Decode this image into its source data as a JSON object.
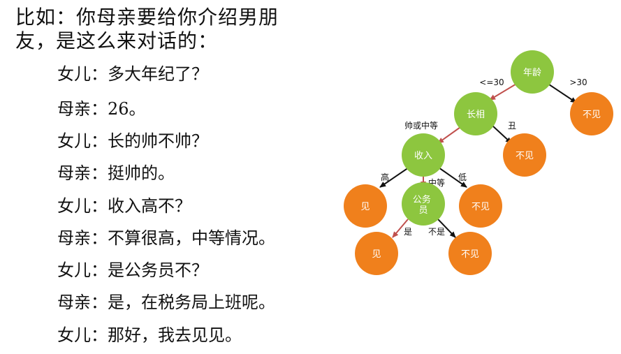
{
  "intro": {
    "line1": "比如：你母亲要给你介绍男朋",
    "line2": "友，是这么来对话的："
  },
  "dialogue": [
    {
      "speaker": "女儿：",
      "text": "多大年纪了？"
    },
    {
      "speaker": "母亲：",
      "text": "26。"
    },
    {
      "speaker": "女儿：",
      "text": "长的帅不帅？"
    },
    {
      "speaker": "母亲：",
      "text": "挺帅的。"
    },
    {
      "speaker": "女儿：",
      "text": "收入高不？"
    },
    {
      "speaker": "母亲：",
      "text": "不算很高，中等情况。"
    },
    {
      "speaker": "女儿：",
      "text": "是公务员不？"
    },
    {
      "speaker": "母亲：",
      "text": "是，在税务局上班呢。"
    },
    {
      "speaker": "女儿：",
      "text": "那好，我去见见。"
    }
  ],
  "tree": {
    "colors": {
      "decision": "#8dc63f",
      "leaf": "#f0801c",
      "edge": "#111111",
      "path": "#c0504d"
    },
    "nodes": {
      "age": "年龄",
      "looks": "长相",
      "income": "收入",
      "civil": "公务\n员",
      "no_meet_age": "不见",
      "no_meet_looks": "不见",
      "meet_high": "见",
      "no_meet_low": "不见",
      "meet_civil": "见",
      "no_meet_civil": "不见"
    },
    "edges": {
      "age_le30": "<=30",
      "age_gt30": ">30",
      "looks_good": "帅或中等",
      "looks_ugly": "丑",
      "income_high": "高",
      "income_mid": "中等",
      "income_low": "低",
      "civil_yes": "是",
      "civil_no": "不是"
    }
  }
}
